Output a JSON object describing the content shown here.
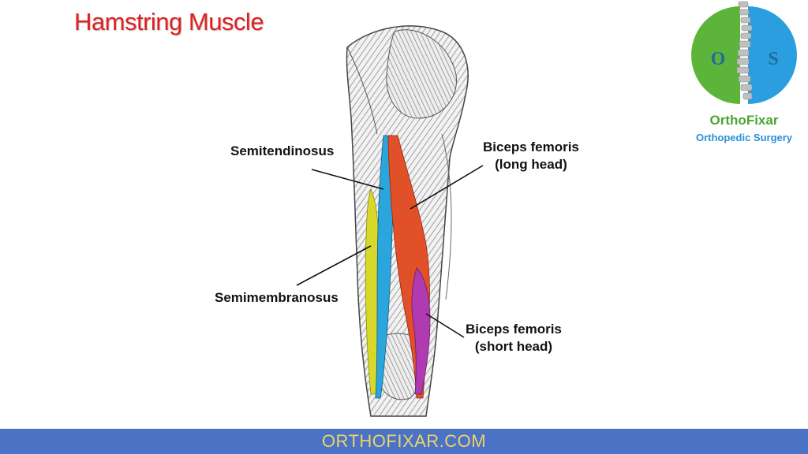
{
  "title": "Hamstring Muscle",
  "labels": {
    "semitendinosus": "Semitendinosus",
    "biceps_long_line1": "Biceps femoris",
    "biceps_long_line2": "(long head)",
    "semimembranosus": "Semimembranosus",
    "biceps_short_line1": "Biceps femoris",
    "biceps_short_line2": "(short head)"
  },
  "muscle_colors": {
    "semitendinosus": "#2aa6dc",
    "biceps_long_head": "#e2502a",
    "semimembranosus": "#d8d82a",
    "biceps_short_head": "#b03ab0"
  },
  "logo": {
    "name": "OrthoFixar",
    "tagline": "Orthopedic Surgery",
    "colors": {
      "left": "#5cb43a",
      "right": "#2b9ee0"
    },
    "letters": [
      "O",
      "S"
    ]
  },
  "footer": {
    "text": "ORTHOFIXAR.COM",
    "bg": "#4a72c5",
    "text_color": "#f0d26a"
  }
}
